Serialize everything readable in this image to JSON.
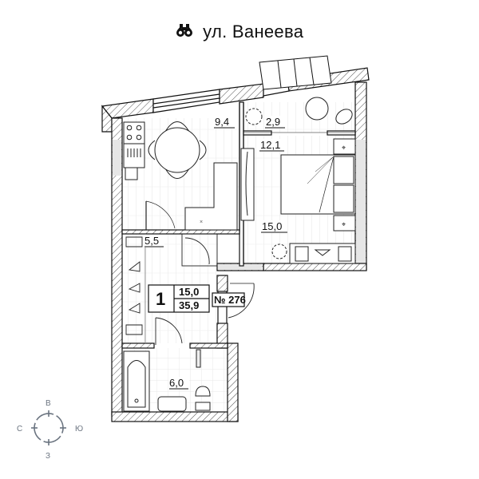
{
  "header": {
    "street": "ул. Ванеева",
    "icon": "binoculars-icon"
  },
  "apartment": {
    "rooms_count": "1",
    "living_area": "15,0",
    "total_area": "35,9",
    "number": "№ 276"
  },
  "rooms": {
    "kitchen": "9,4",
    "balcony": "2,9",
    "bedroom_upper": "12,1",
    "bedroom": "15,0",
    "hallway": "5,5",
    "bathroom": "6,0"
  },
  "compass": {
    "north": "С",
    "east": "В",
    "south": "Ю",
    "west": "З"
  },
  "colors": {
    "wall": "#1a1a1a",
    "compass": "#6b7480",
    "floor_lines": "#d8d8d8",
    "wall_fill": "#e6e6e6"
  }
}
